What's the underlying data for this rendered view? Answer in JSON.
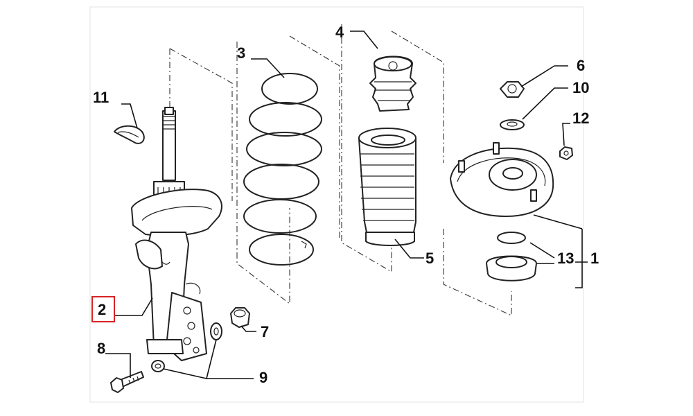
{
  "diagram": {
    "callouts": {
      "c1": "1",
      "c2": "2",
      "c3": "3",
      "c4": "4",
      "c5": "5",
      "c6": "6",
      "c7": "7",
      "c8": "8",
      "c9": "9",
      "c10": "10",
      "c11": "11",
      "c12": "12",
      "c13": "13"
    },
    "highlighted_callout": "2",
    "highlight_color": "#d62424",
    "line_color": "#222222",
    "background_color": "#ffffff"
  }
}
